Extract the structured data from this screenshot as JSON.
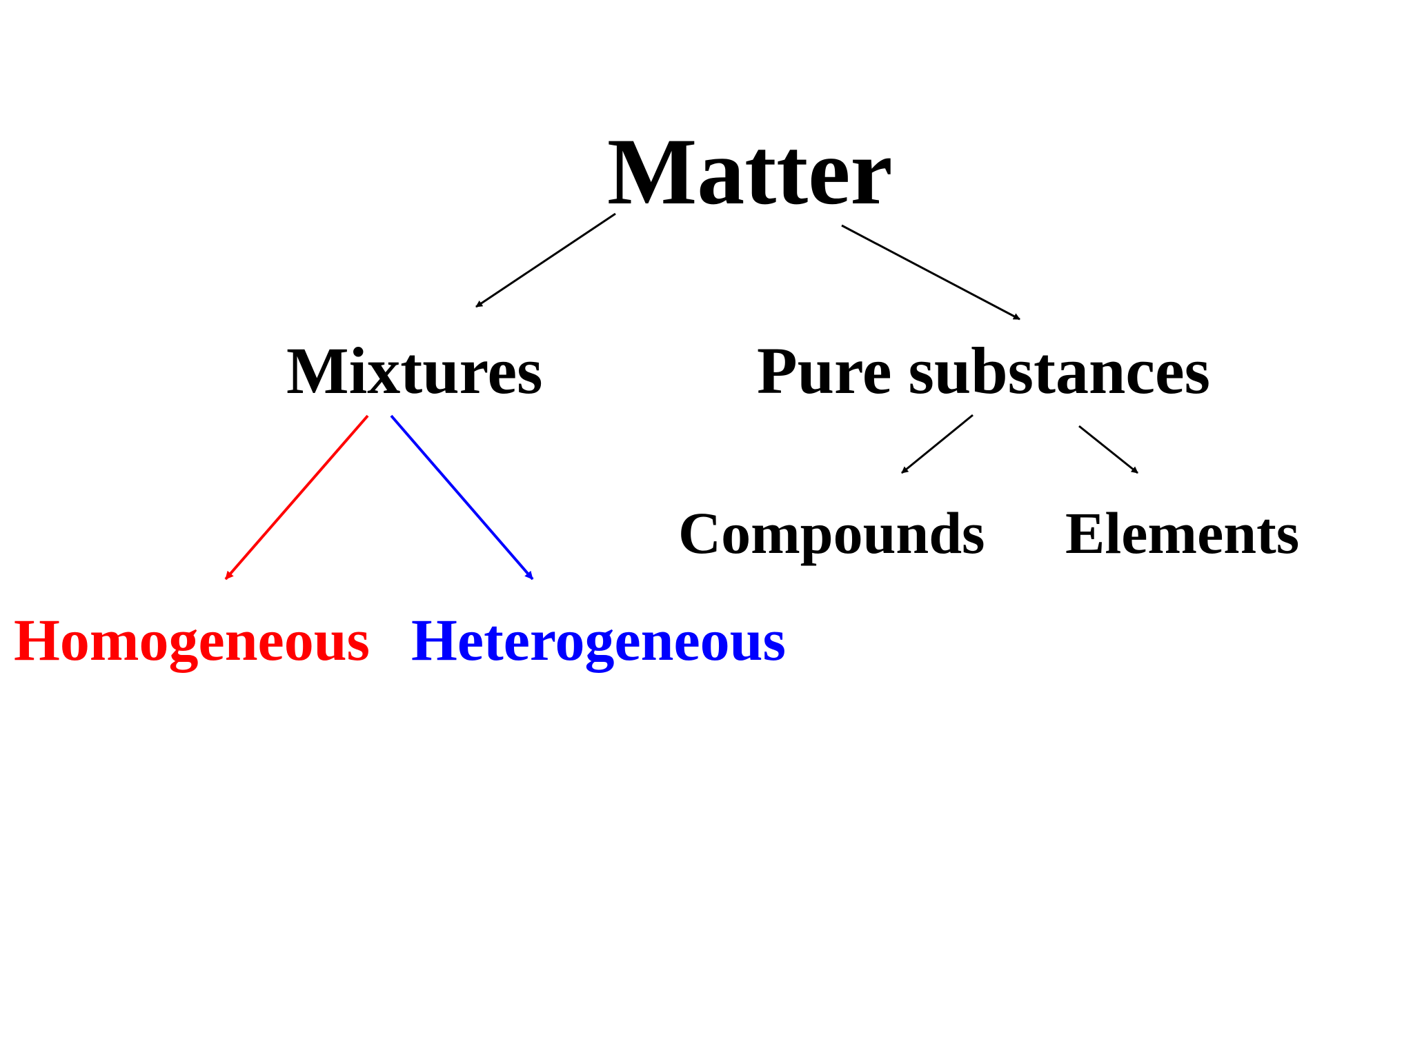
{
  "diagram": {
    "root": {
      "label": "Matter"
    },
    "branches": [
      {
        "label": "Mixtures",
        "children": [
          {
            "label": "Homogeneous",
            "color": "#ff0000"
          },
          {
            "label": "Heterogeneous",
            "color": "#0000ff"
          }
        ]
      },
      {
        "label": "Pure substances",
        "children": [
          {
            "label": "Compounds",
            "color": "#000000"
          },
          {
            "label": "Elements",
            "color": "#000000"
          }
        ]
      }
    ]
  },
  "colors": {
    "text": "#000000",
    "arrow_default": "#000000",
    "homogeneous": "#ff0000",
    "heterogeneous": "#0000ff",
    "background": "#ffffff"
  }
}
